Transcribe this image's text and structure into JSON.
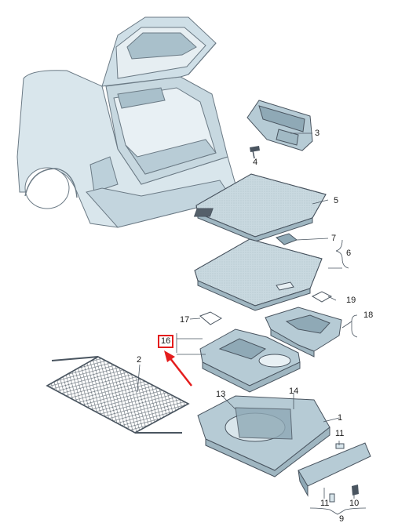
{
  "diagram": {
    "highlight_color": "#e41d1d",
    "line_color": "#4a5560",
    "part_fill": "#bfd4de",
    "part_dark": "#8fa9b6",
    "callouts": {
      "c1": "1",
      "c2": "2",
      "c3": "3",
      "c4": "4",
      "c5": "5",
      "c6": "6",
      "c7": "7",
      "c9": "9",
      "c10": "10",
      "c11a": "11",
      "c11b": "11",
      "c13": "13",
      "c14": "14",
      "c16": "16",
      "c17": "17",
      "c18": "18",
      "c19": "19"
    },
    "highlighted_callout": "16",
    "pointer_arrow": "red-arrow-to-16"
  }
}
